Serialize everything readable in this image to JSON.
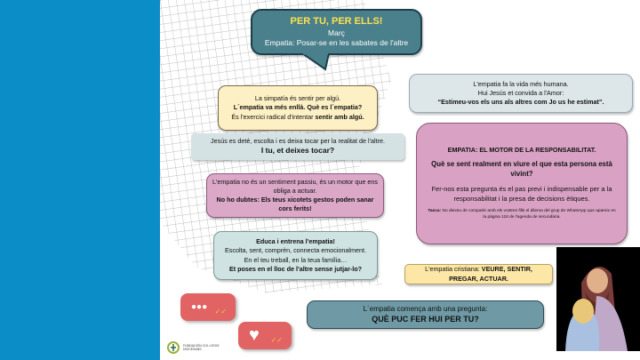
{
  "header": {
    "title": "PER TU, PER ELLS!",
    "month": "Març",
    "subtitle": "Empatia: Posar-se en les sabates de l'altre"
  },
  "simpatia": {
    "l1": "La simpatía és sentir per algú.",
    "l2": "L´empatia va més enllà. Què es l´empatia?",
    "l3a": "És l'exercici radical d'intentar ",
    "l3b": "sentir amb algú."
  },
  "jesus": {
    "l1": "Jesús es deté,  escolta i es deixa tocar per la realitat de l'altre.",
    "l2": "I tu, et deixes tocar?"
  },
  "motor": {
    "l1": "L'empatia no és un sentiment passiu, és un motor que ens obliga a actuar.",
    "l2": "No ho dubtes: Els teus xicotets gestos poden sanar cors ferits!"
  },
  "educa": {
    "l1": "Educa i entrena l'empatia!",
    "l2": "Escolta, sent, comprèn, connecta emocionalment.",
    "l3": "En el teu treball, en la teua família…",
    "l4": "Et poses en el lloc de l'altre sense jutjar-lo?"
  },
  "humana": {
    "l1": "L'empatia fa la vida més humana.",
    "l2": "Hui Jesús et convida a l'Amor:",
    "l3": "“Estimeu-vos els uns als altres com Jo us he estimat”."
  },
  "responsabilitat": {
    "title": "EMPATIA: EL MOTOR DE LA RESPONSABILITAT.",
    "question": "Què se sent realment en viure el que esta persona està vivint?",
    "text": "Fer-nos esta pregunta és el pas previ i indispensable per a la responsabilitat i la presa de decisions ètiques.",
    "task_label": "Tasca:",
    "task": " No deixeu de compartir amb els vostres fills el dilema del grup de WhatsApp que apareix en la pàgina 118 de l'agenda de secundària."
  },
  "cristiana": {
    "a": "L'empatia cristiana: ",
    "b": "VEURE, SENTIR, PREGAR, ACTUAR."
  },
  "pregunta": {
    "l1": "L´empatia comença amb una pregunta:",
    "l2": "QUÈ PUC FER HUI PER TU?"
  },
  "bubbles": {
    "dots": "●●●",
    "heart": "♥",
    "check": "✓✓"
  },
  "logo": {
    "text": "FUNDACIÓN COL·LEGIS DIOCESANS"
  },
  "colors": {
    "side": "#0b8dc7",
    "title_bg": "#4a7f8c",
    "yellow": "#fdf0c4",
    "pink": "#d9a2c4",
    "bubble": "#e26363"
  }
}
